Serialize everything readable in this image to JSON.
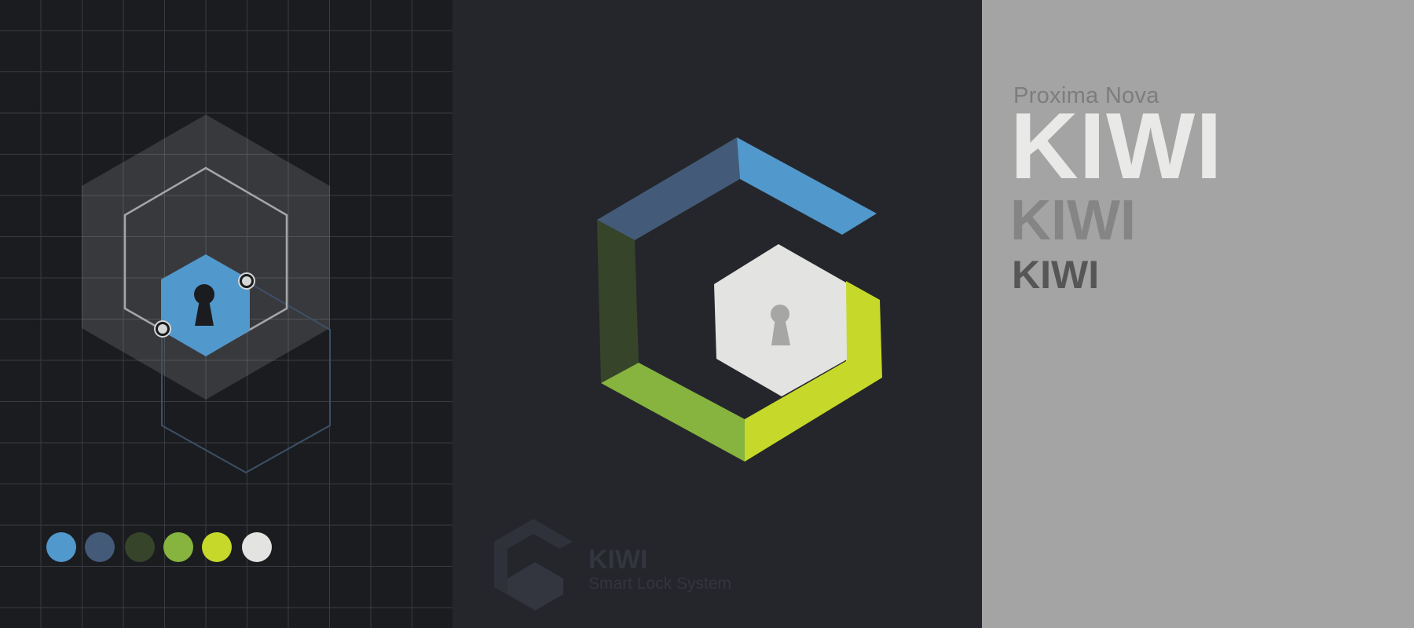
{
  "palette": {
    "colors": [
      "#5198cc",
      "#435b78",
      "#36442a",
      "#86b43f",
      "#c6d92a",
      "#e3e3e1"
    ],
    "names": [
      "blue",
      "slate",
      "dark-olive",
      "green",
      "lime",
      "off-white"
    ]
  },
  "icons": {
    "construction": "hexagon-keyhole-construction",
    "logo": "kiwi-hexagon-keyhole-logo",
    "watermark": "kiwi-small-logo"
  },
  "brand": {
    "name": "KIWI",
    "tagline": "Smart Lock System"
  },
  "typography": {
    "font_label": "Proxima Nova",
    "samples": [
      "KIWI",
      "KIWI",
      "KIWI"
    ]
  }
}
